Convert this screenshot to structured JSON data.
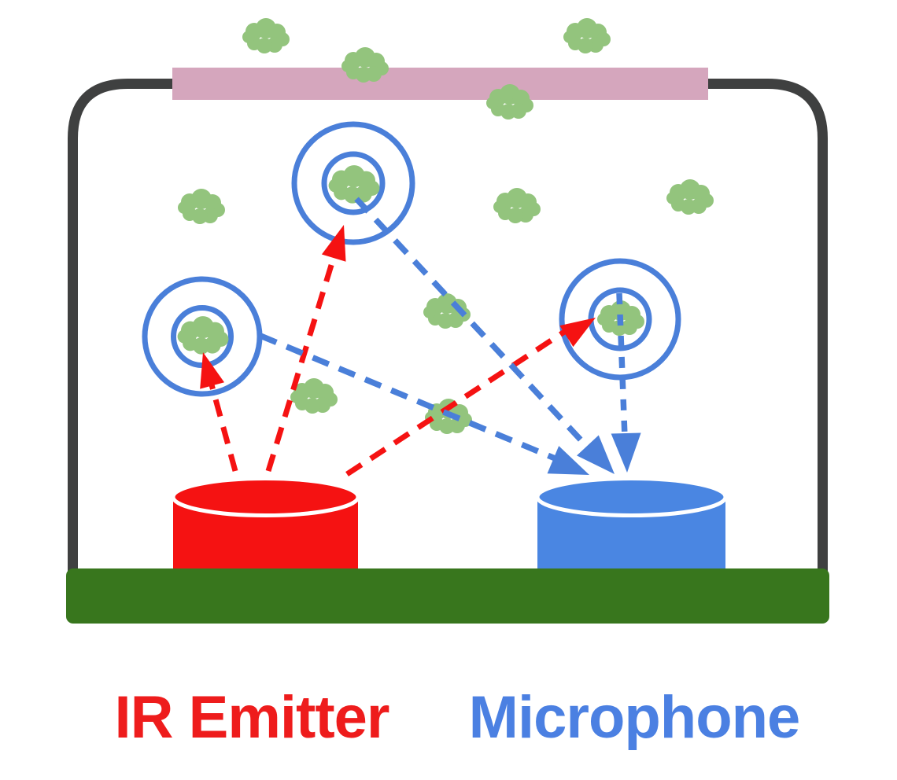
{
  "meta": {
    "description": "Schematic diagram of a smoke-sensing chamber: an IR emitter fires beams at smoke particle clouds, and the resulting acoustic/echo paths travel to a microphone",
    "type": "schematic-diagram"
  },
  "labels": {
    "emitter": "IR Emitter",
    "microphone": "Microphone"
  },
  "colors": {
    "background": "#ffffff",
    "chamber_gray": "#3f4040",
    "membrane_pink": "#d5a6bd",
    "floor_green": "#38761d",
    "particle_green": "#93c47d",
    "emitter_red": "#f51212",
    "emitter_text_red": "#ee1c1c",
    "signal_blue": "#4a7fd9",
    "microphone_blue": "#4a86e2",
    "microphone_text_blue": "#4b80e2",
    "cylinder_rim_white": "#ffffff"
  },
  "scene": {
    "particle_cloud_count": 13,
    "highlighted_particle_count": 3,
    "ir_beam_count": 3,
    "echo_path_count": 3
  }
}
